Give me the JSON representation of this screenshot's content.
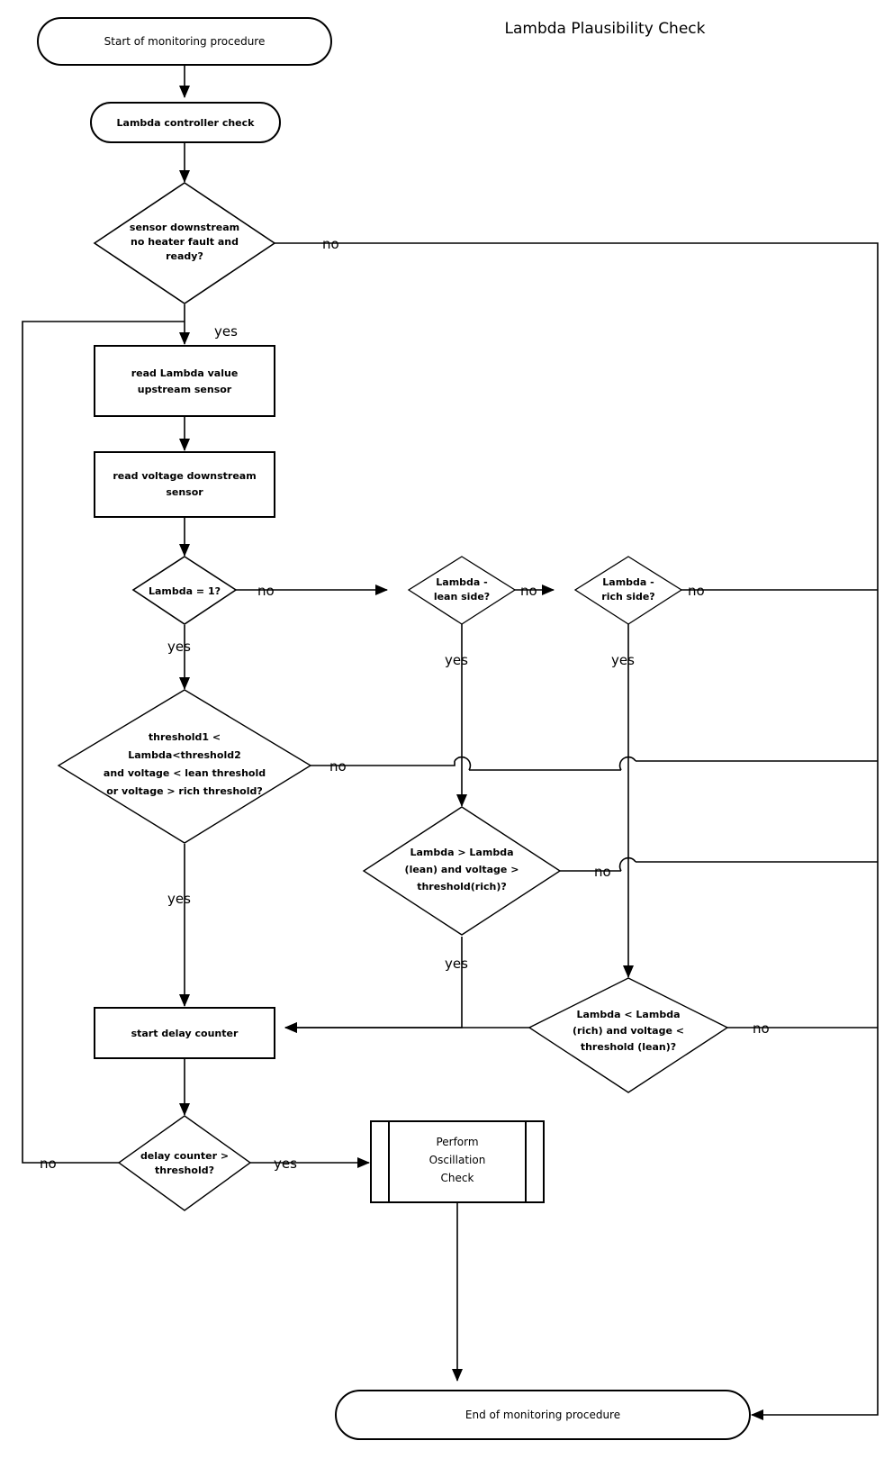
{
  "title": "Lambda Plausibility Check",
  "diagram": {
    "type": "flowchart",
    "nodes": [
      {
        "id": "start",
        "shape": "terminator",
        "label": "Start of monitoring procedure"
      },
      {
        "id": "ctrlcheck",
        "shape": "terminator",
        "label": "Lambda controller check"
      },
      {
        "id": "sensorok",
        "shape": "decision",
        "lines": [
          "sensor downstream",
          "no heater fault and",
          "ready?"
        ]
      },
      {
        "id": "readlambda",
        "shape": "process",
        "lines": [
          "read Lambda value",
          "upstream sensor"
        ]
      },
      {
        "id": "readvoltage",
        "shape": "process",
        "lines": [
          "read voltage downstream",
          "sensor"
        ]
      },
      {
        "id": "lambda1",
        "shape": "decision",
        "lines": [
          "Lambda = 1?"
        ]
      },
      {
        "id": "lean",
        "shape": "decision",
        "lines": [
          "Lambda -",
          "lean side?"
        ]
      },
      {
        "id": "rich",
        "shape": "decision",
        "lines": [
          "Lambda -",
          "rich side?"
        ]
      },
      {
        "id": "thresholds",
        "shape": "decision",
        "lines": [
          "threshold1 <",
          "Lambda<threshold2",
          "and voltage < lean threshold",
          "or voltage  > rich threshold?"
        ]
      },
      {
        "id": "leanchk",
        "shape": "decision",
        "lines": [
          "Lambda > Lambda",
          "(lean) and voltage >",
          "threshold(rich)?"
        ]
      },
      {
        "id": "richchk",
        "shape": "decision",
        "lines": [
          "Lambda < Lambda",
          "(rich) and voltage <",
          "threshold (lean)?"
        ]
      },
      {
        "id": "startdelay",
        "shape": "process",
        "lines": [
          "start delay counter"
        ]
      },
      {
        "id": "delaychk",
        "shape": "decision",
        "lines": [
          "delay counter >",
          "threshold?"
        ]
      },
      {
        "id": "oscillation",
        "shape": "predefined",
        "lines": [
          "Perform",
          "Oscillation",
          "Check"
        ]
      },
      {
        "id": "end",
        "shape": "terminator",
        "label": "End of monitoring procedure"
      }
    ],
    "edge_labels": {
      "sensorok_no": "no",
      "sensorok_yes": "yes",
      "lambda1_no": "no",
      "lambda1_yes": "yes",
      "lean_no": "no",
      "lean_yes": "yes",
      "rich_no": "no",
      "rich_yes": "yes",
      "thresholds_no": "no",
      "thresholds_yes": "yes",
      "leanchk_no": "no",
      "leanchk_yes": "yes",
      "richchk_no": "no",
      "delaychk_no": "no",
      "delaychk_yes": "yes"
    },
    "colors": {
      "stroke": "#000000",
      "fill": "#ffffff",
      "text": "#000000"
    }
  }
}
